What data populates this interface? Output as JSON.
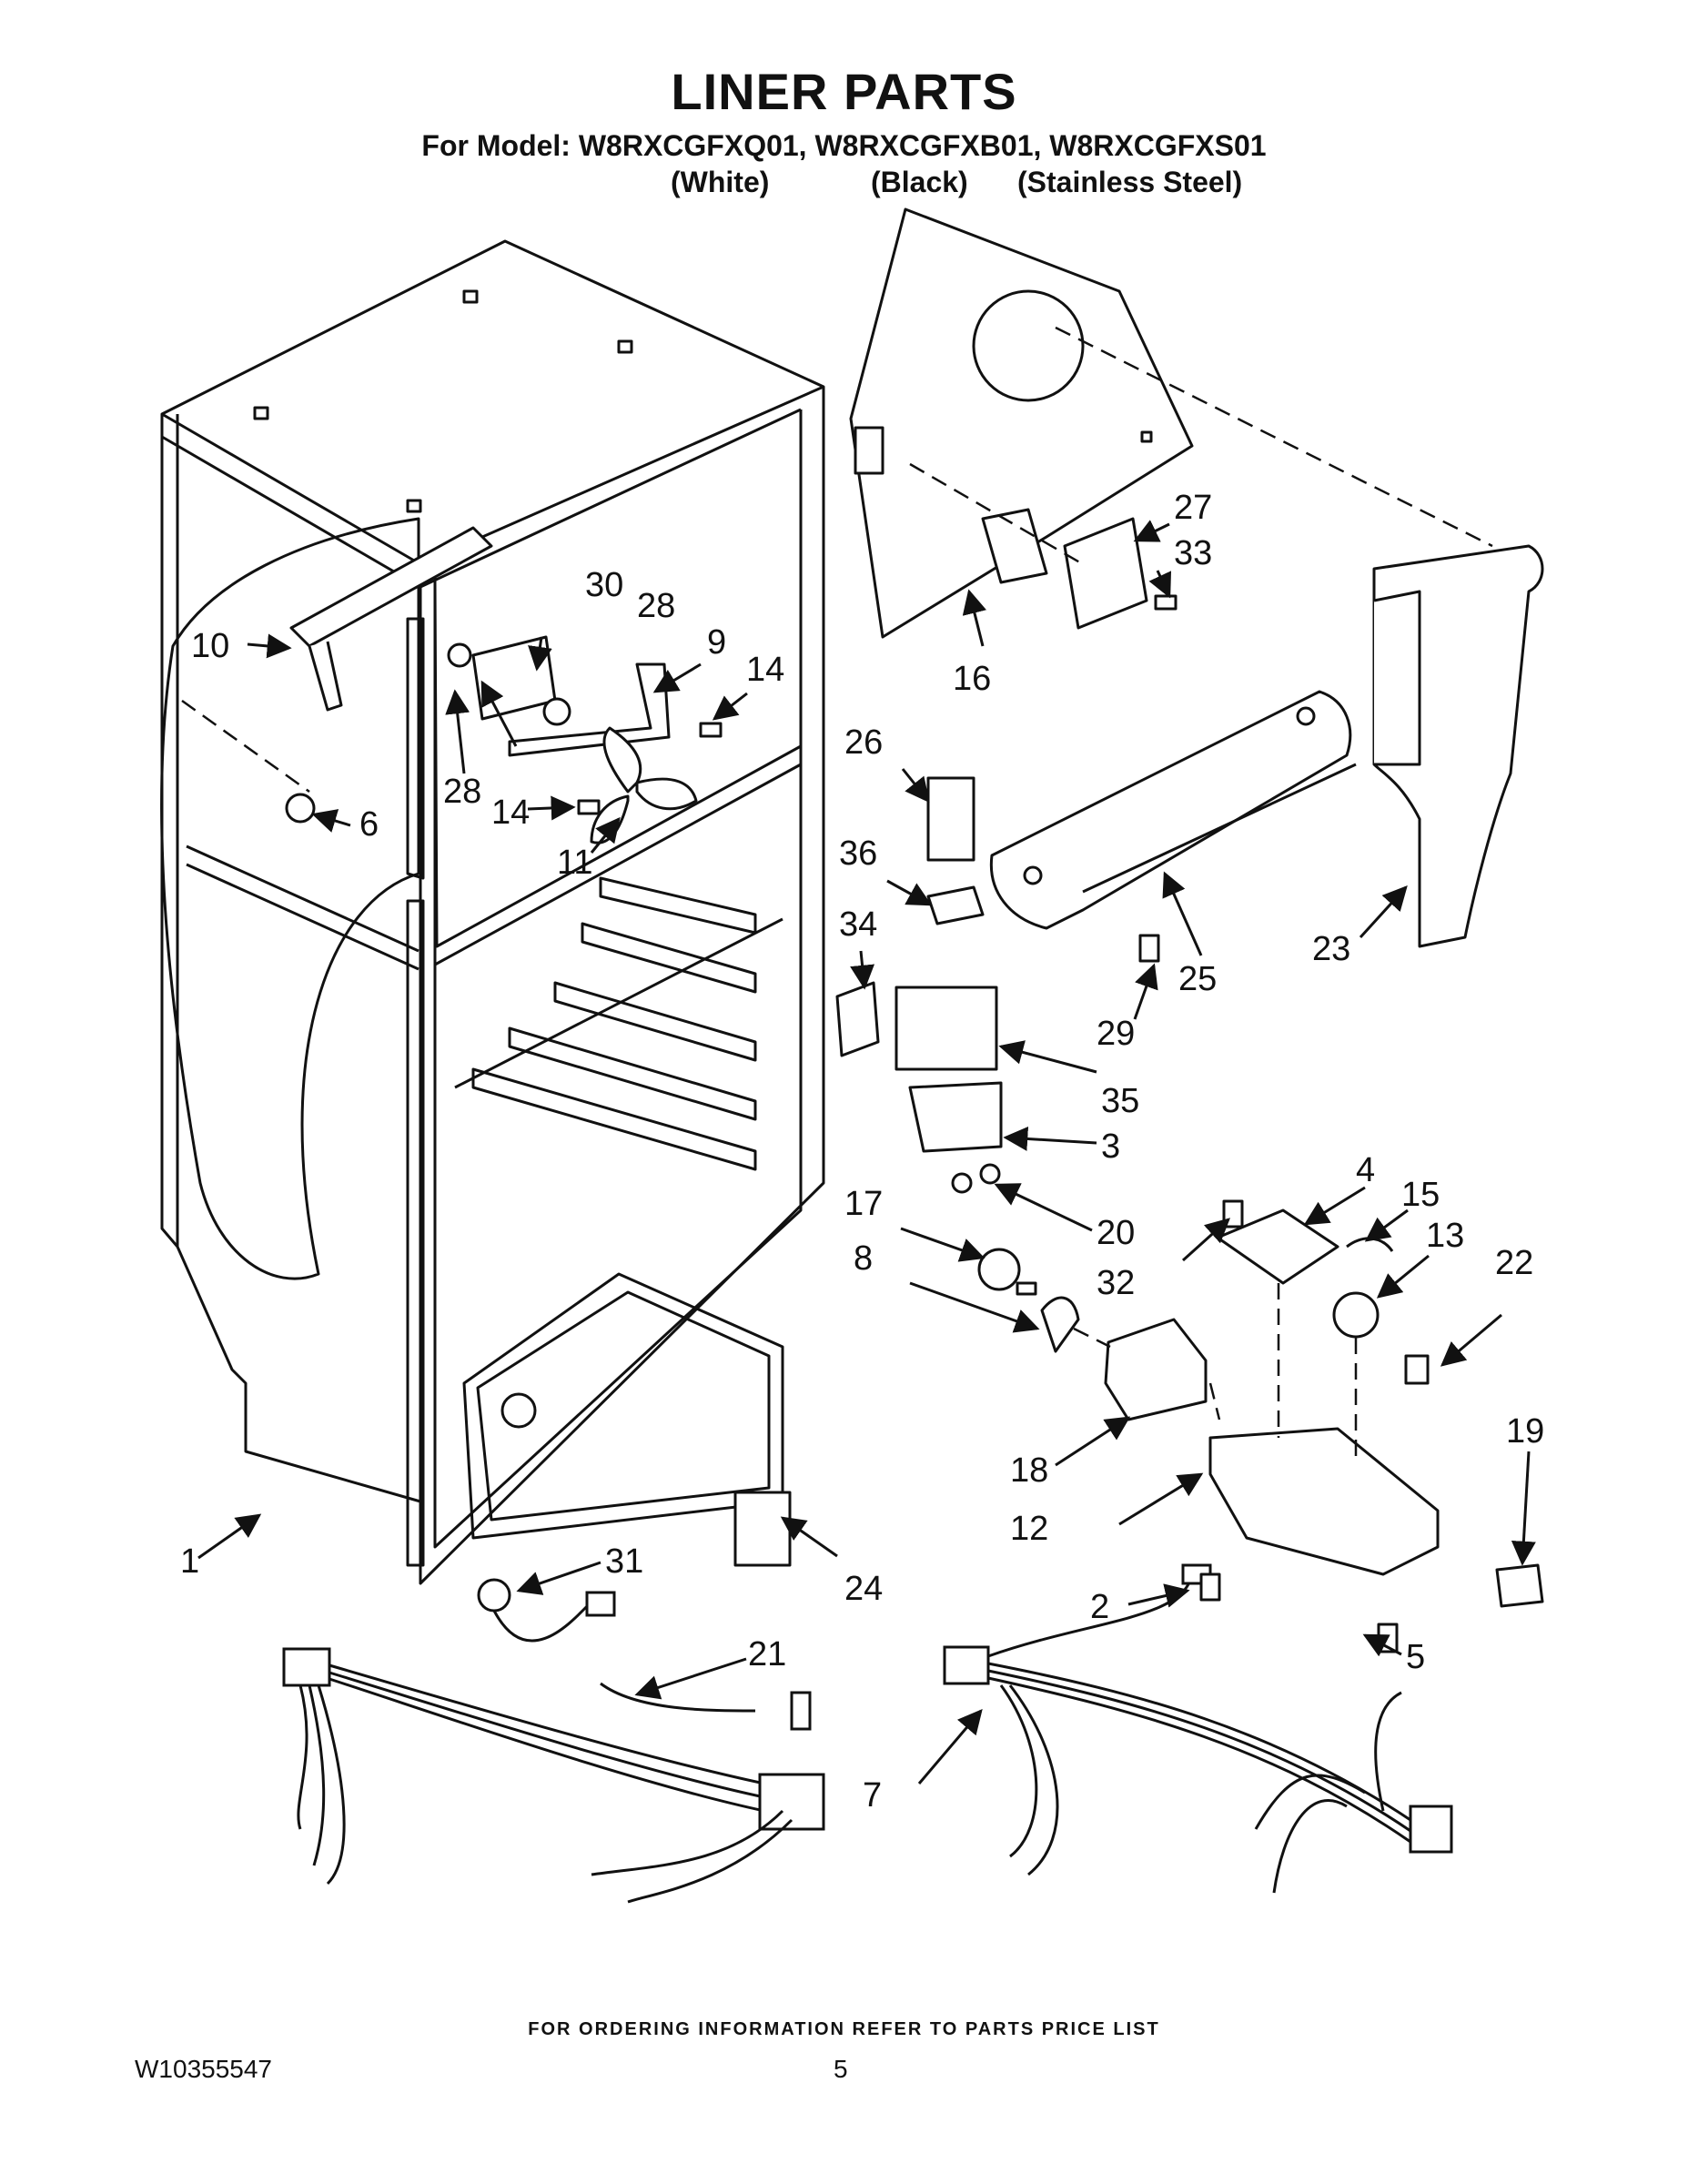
{
  "header": {
    "title": "LINER PARTS",
    "model_line": "For Model: W8RXCGFXQ01, W8RXCGFXB01, W8RXCGFXS01",
    "colors": [
      "(White)",
      "(Black)",
      "(Stainless Steel)"
    ]
  },
  "callouts": [
    "1",
    "2",
    "3",
    "4",
    "5",
    "6",
    "7",
    "8",
    "9",
    "10",
    "11",
    "12",
    "13",
    "14",
    "14",
    "15",
    "16",
    "17",
    "18",
    "19",
    "20",
    "21",
    "22",
    "23",
    "24",
    "25",
    "26",
    "27",
    "28",
    "28",
    "29",
    "30",
    "31",
    "32",
    "33",
    "34",
    "35",
    "36"
  ],
  "footer": {
    "ordering_note": "FOR ORDERING INFORMATION REFER TO PARTS PRICE LIST",
    "doc_number": "W10355547",
    "page_number": "5"
  }
}
